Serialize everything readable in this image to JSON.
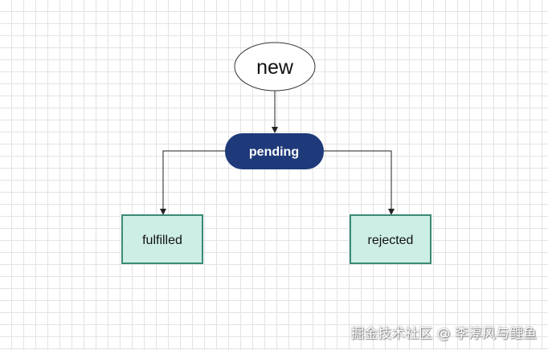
{
  "diagram": {
    "nodes": {
      "new": {
        "label": "new"
      },
      "pending": {
        "label": "pending"
      },
      "fulfilled": {
        "label": "fulfilled"
      },
      "rejected": {
        "label": "rejected"
      }
    },
    "edges": [
      {
        "from": "new",
        "to": "pending"
      },
      {
        "from": "pending",
        "to": "fulfilled"
      },
      {
        "from": "pending",
        "to": "rejected"
      }
    ]
  },
  "colors": {
    "pending_fill": "#1f3a7a",
    "state_fill": "#cdeee5",
    "state_border": "#3a8a74",
    "ellipse_border": "#333333",
    "edge_color": "#222222"
  },
  "watermark": {
    "text": "掘金技术社区 @ 李淳风与鲤鱼"
  }
}
